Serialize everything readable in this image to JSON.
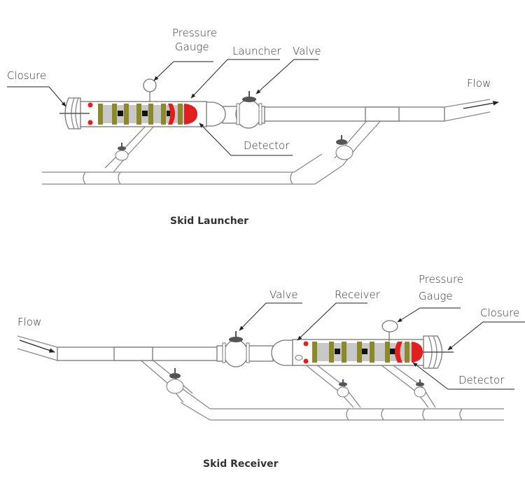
{
  "diagrams": [
    {
      "id": "launcher",
      "caption": "Skid Launcher",
      "labels": {
        "pressure_gauge_line1": "Pressure",
        "pressure_gauge_line2": "Gauge",
        "launcher": "Launcher",
        "valve": "Valve",
        "closure": "Closure",
        "flow": "Flow",
        "detector": "Detector"
      },
      "flow_direction": "right"
    },
    {
      "id": "receiver",
      "caption": "Skid  Receiver",
      "labels": {
        "pressure_gauge_line1": "Pressure",
        "pressure_gauge_line2": "Gauge",
        "receiver": "Receiver",
        "valve": "Valve",
        "closure": "Closure",
        "flow": "Flow",
        "detector": "Detector"
      },
      "flow_direction": "right"
    }
  ],
  "colors": {
    "pig_band": "#8a8a2a",
    "pig_core": "#c8c8c8",
    "magnet": "#111111",
    "detector": "#e02020",
    "pipe_stroke": "#777777",
    "text": "#333333"
  }
}
